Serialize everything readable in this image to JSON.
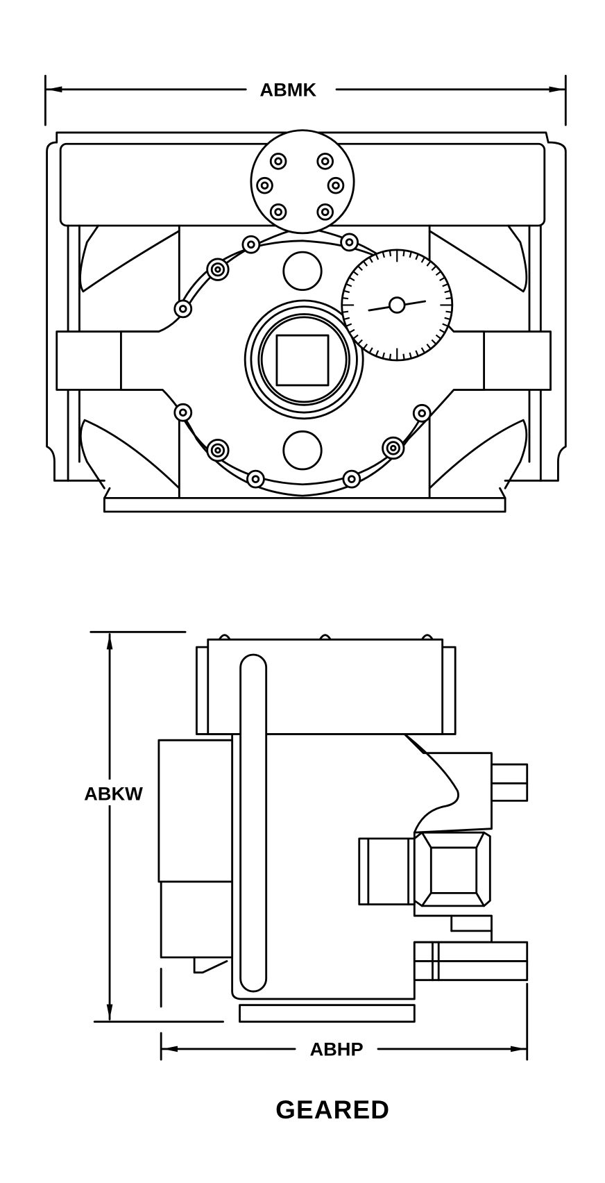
{
  "dimensions": {
    "width_label": "ABMK",
    "height_label": "ABKW",
    "depth_label": "ABHP"
  },
  "caption": "GEARED",
  "colors": {
    "line": "#000000",
    "background": "#ffffff"
  }
}
